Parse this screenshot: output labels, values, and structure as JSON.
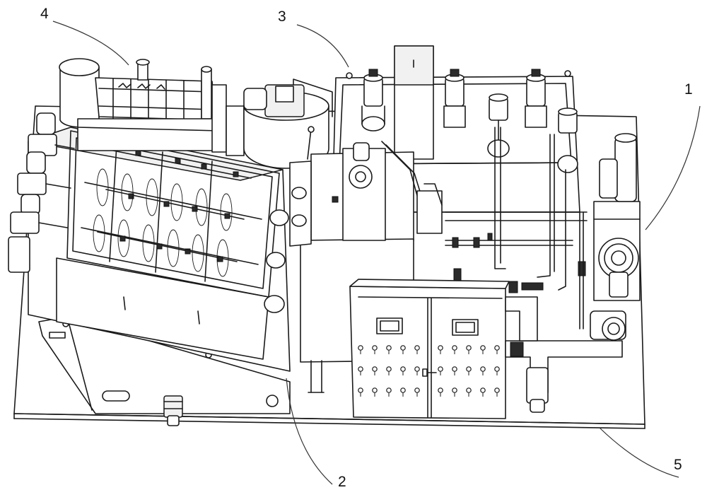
{
  "labels": [
    {
      "id": "1",
      "text": "1"
    },
    {
      "id": "2",
      "text": "2"
    },
    {
      "id": "3",
      "text": "3"
    },
    {
      "id": "4",
      "text": "4"
    },
    {
      "id": "5",
      "text": "5"
    }
  ],
  "colors": {
    "line": "#1a1a1a",
    "background": "#ffffff",
    "fill_light": "#f1f1f1"
  }
}
